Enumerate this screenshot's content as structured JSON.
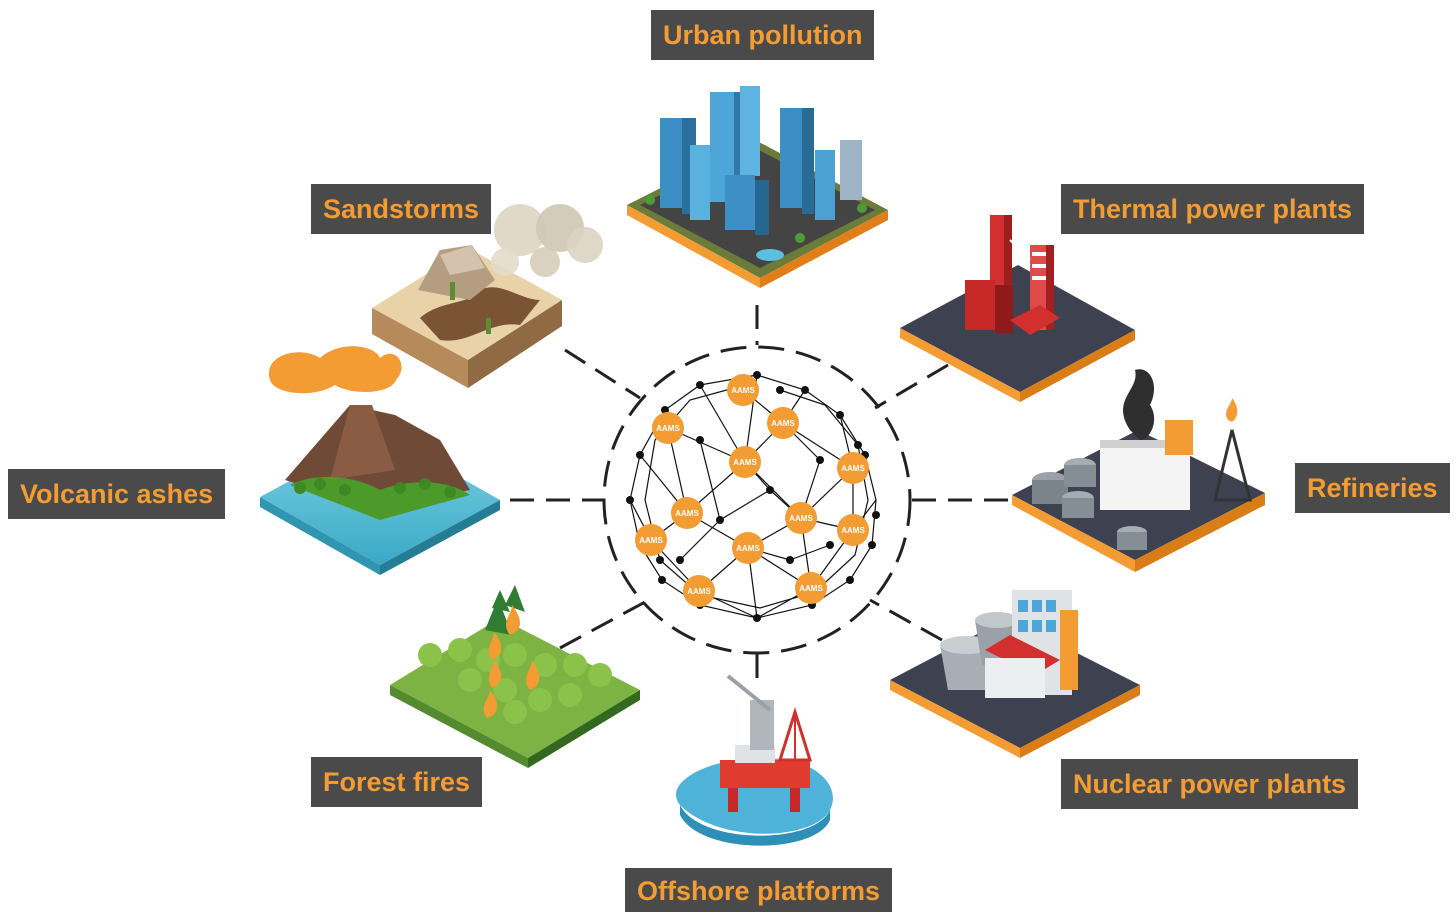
{
  "hub": {
    "node_label": "AAMS"
  },
  "sources": {
    "urban_pollution": "Urban pollution",
    "sandstorms": "Sandstorms",
    "thermal_power_plants": "Thermal power plants",
    "volcanic_ashes": "Volcanic ashes",
    "refineries": "Refineries",
    "forest_fires": "Forest fires",
    "nuclear_power_plants": "Nuclear power plants",
    "offshore_platforms": "Offshore platforms"
  },
  "colors": {
    "label_bg": "#4a4a4a",
    "label_text": "#f39c33",
    "aams_node": "#f39c33",
    "connector": "#222222"
  }
}
